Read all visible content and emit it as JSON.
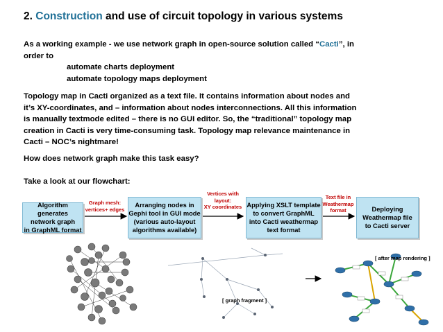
{
  "title": {
    "number": "2.",
    "highlight": "Construction",
    "rest": "and use of circuit topology in various systems"
  },
  "intro": {
    "line1_pre": "As a working example - we use network graph in open-source solution called “",
    "cacti": "Cacti",
    "line1_post": "”, in",
    "line2": "order to",
    "bullet1": "automate charts deployment",
    "bullet2": "automate topology maps deployment"
  },
  "topology_paragraph": [
    "Topology map in Cacti organized as a text file. It contains information about nodes and",
    "it’s XY-coordinates, and – information about nodes interconnections. All this information",
    "is manually textmode edited – there is no GUI editor. So, the “traditional” topology map",
    "creation in Cacti is very time-consuming task. Topology map relevance maintenance in",
    "Cacti – NOC’s nightmare!"
  ],
  "question": "How does network graph make this task easy?",
  "flowchart_intro": "Take a look at our flowchart:",
  "flowchart": {
    "boxes": [
      "Algorithm generates\nnetwork graph\nin GraphML format",
      "Arranging nodes in\nGephi tool in GUI mode\n(various auto-layout\nalgorithms available)",
      "Applying XSLT template\nto convert GraphML\ninto Cacti weathermap\ntext format",
      "Deploying\nWeathermap file\nto Cacti server"
    ],
    "edge_labels": [
      "Graph mesh:\nvertices+ edges",
      "Vertices with\nlayout:\nXY coordinates",
      "Text file in\nWeathermap\nformat"
    ],
    "colors": {
      "box_fill": "#bfe3f2",
      "box_border": "#7fb8d3",
      "edge_label": "#c00000",
      "accent": "#1f6f96"
    }
  },
  "images": {
    "fragment_caption": "[ graph fragment ]",
    "map_caption": "[ after map rendering ]"
  }
}
